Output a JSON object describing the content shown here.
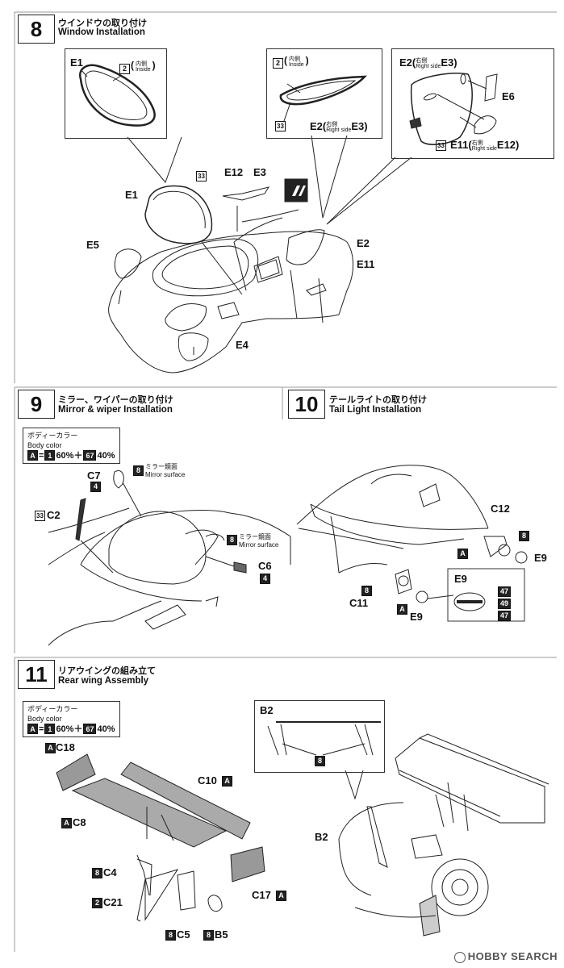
{
  "step8": {
    "number": "8",
    "title_jp": "ウインドウの取り付け",
    "title_en": "Window Installation",
    "labels": {
      "e1_top": "E1",
      "inside_jp": "内側",
      "inside_en": "Inside",
      "e2_inside_num": "2",
      "e2_inside_num2": "2",
      "part33": "33",
      "e2e3": "E2",
      "right_jp": "右側",
      "right_en": "Right side",
      "e3": "E3",
      "e2e3_b": "E2",
      "e3_b": "E3",
      "e6": "E6",
      "e11": "E11",
      "e12": "E12",
      "part33_b": "33",
      "part33_c": "33",
      "e12_top": "E12",
      "e3_top": "E3",
      "e1": "E1",
      "e5": "E5",
      "e2": "E2",
      "e11_b": "E11",
      "e4": "E4"
    }
  },
  "step9": {
    "number": "9",
    "title_jp": "ミラー、ワイパーの取り付け",
    "title_en": "Mirror & wiper Installation",
    "body_color_jp": "ボディーカラー",
    "body_color_en": "Body color",
    "formula_a": "A",
    "formula_eq": "=",
    "formula_1": "1",
    "formula_60": "60%＋",
    "formula_67": "67",
    "formula_40": "40%",
    "c7": "C7",
    "c7_num": "4",
    "mirror_num": "8",
    "mirror_jp": "ミラー鏡面",
    "mirror_en": "Mirror surface",
    "c2_num": "33",
    "c2": "C2",
    "mirror2_num": "8",
    "mirror2_jp": "ミラー鏡面",
    "mirror2_en": "Mirror surface",
    "c6": "C6",
    "c6_num": "4"
  },
  "step10": {
    "number": "10",
    "title_jp": "テールライトの取り付け",
    "title_en": "Tail Light Installation",
    "c12": "C12",
    "num8a": "8",
    "a_a": "A",
    "e9a": "E9",
    "num8b": "8",
    "c11": "C11",
    "a_b": "A",
    "e9b": "E9",
    "e9c": "E9",
    "c47a": "47",
    "c49": "49",
    "c47b": "47"
  },
  "step11": {
    "number": "11",
    "title_jp": "リアウイングの組み立て",
    "title_en": "Rear wing Assembly",
    "body_color_jp": "ボディーカラー",
    "body_color_en": "Body color",
    "formula_a": "A",
    "formula_eq": "=",
    "formula_1": "1",
    "formula_60": "60%＋",
    "formula_67": "67",
    "formula_40": "40%",
    "a_c18": "A",
    "c18": "C18",
    "c10": "C10",
    "c10_a": "A",
    "a_c8": "A",
    "c8": "C8",
    "c4_num": "8",
    "c4": "C4",
    "c21_num": "2",
    "c21": "C21",
    "c5_num": "8",
    "c5": "C5",
    "b5_num": "8",
    "b5": "B5",
    "c17": "C17",
    "c17_a": "A",
    "b2_top": "B2",
    "b2_num": "8",
    "b2": "B2"
  },
  "footer": {
    "logo": "HOBBY SEARCH"
  }
}
